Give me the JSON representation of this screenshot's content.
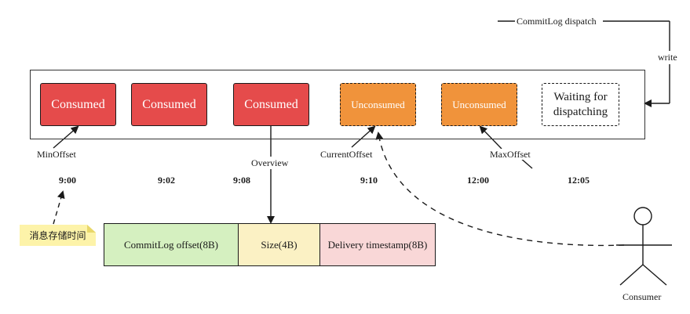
{
  "header": {
    "dispatch_label": "CommitLog dispatch",
    "write_label": "write"
  },
  "queue": {
    "items": [
      {
        "label": "Consumed",
        "state": "consumed"
      },
      {
        "label": "Consumed",
        "state": "consumed"
      },
      {
        "label": "Consumed",
        "state": "consumed"
      },
      {
        "label": "Unconsumed",
        "state": "unconsumed"
      },
      {
        "label": "Unconsumed",
        "state": "unconsumed"
      },
      {
        "label": "Waiting for dispatching",
        "state": "waiting"
      }
    ]
  },
  "pointers": {
    "min_offset": "MinOffset",
    "overview": "Overview",
    "current_offset": "CurrentOffset",
    "max_offset": "MaxOffset"
  },
  "times": [
    "9:00",
    "9:02",
    "9:08",
    "9:10",
    "12:00",
    "12:05"
  ],
  "note": {
    "text": "消息存储时间"
  },
  "entry": {
    "fields": [
      "CommitLog offset(8B)",
      "Size(4B)",
      "Delivery timestamp(8B)"
    ]
  },
  "consumer": {
    "label": "Consumer"
  },
  "colors": {
    "consumed": "#e54b4b",
    "unconsumed": "#f0933b",
    "commitlog_field": "#d5f0c0",
    "size_field": "#fbf1c4",
    "timestamp_field": "#f9d7d7",
    "note": "#fdf3a9"
  }
}
